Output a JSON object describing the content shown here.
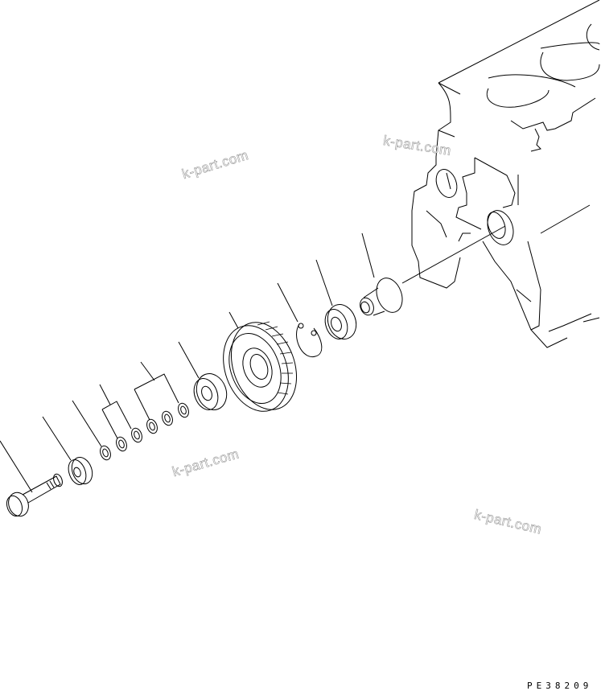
{
  "diagram": {
    "type": "exploded-parts-view",
    "subject": "Idler gear assembly mounted to engine block",
    "drawing_code": "PE38209",
    "watermark_text": "k-part.com",
    "parts_left_to_right": [
      {
        "id": "bolt",
        "name": "Flange bolt"
      },
      {
        "id": "thick-washer",
        "name": "Thick washer"
      },
      {
        "id": "washer-1",
        "name": "Washer"
      },
      {
        "id": "shim-pair",
        "name": "Shims (pair, bracketed)"
      },
      {
        "id": "shim-group",
        "name": "Shims (group of three, bracketed)"
      },
      {
        "id": "bearing-outer",
        "name": "Ball bearing"
      },
      {
        "id": "idler-gear",
        "name": "Idler gear"
      },
      {
        "id": "snap-ring",
        "name": "Snap ring"
      },
      {
        "id": "bearing-inner",
        "name": "Ball bearing"
      },
      {
        "id": "idler-shaft",
        "name": "Idler shaft"
      }
    ],
    "background_part": "Engine cylinder block"
  },
  "colors": {
    "line": "#000000",
    "watermark": "#9a9a9a",
    "background": "#ffffff"
  }
}
